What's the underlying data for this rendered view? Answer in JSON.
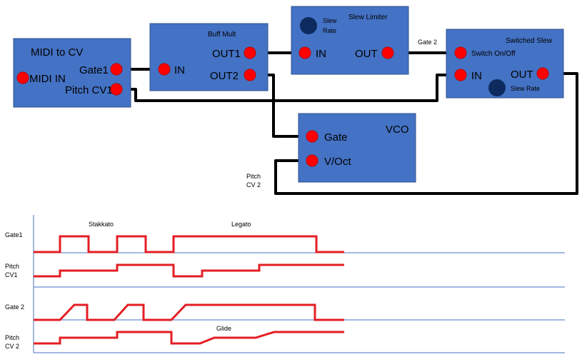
{
  "modules": {
    "midi_to_cv": {
      "title": "MIDI to CV",
      "midi_in": "MIDI IN",
      "gate1": "Gate1",
      "pitch_cv1": "Pitch CV1"
    },
    "buff_mult": {
      "title": "Buff Mult",
      "in": "IN",
      "out1": "OUT1",
      "out2": "OUT2"
    },
    "slew_limiter": {
      "title": "Slew Limiter",
      "knob_line1": "Slew",
      "knob_line2": "Rate",
      "in": "IN",
      "out": "OUT"
    },
    "switched_slew": {
      "title": "Switched Slew",
      "switch": "Switch On/Off",
      "in": "IN",
      "out": "OUT",
      "knob": "Slew Rate"
    },
    "vco": {
      "title": "VCO",
      "gate": "Gate",
      "voct": "V/Oct"
    }
  },
  "wire_labels": {
    "gate2": "Gate 2",
    "pitch_cv2_line1": "Pitch",
    "pitch_cv2_line2": "CV 2"
  },
  "timing": {
    "labels": {
      "stakkato": "Stakkato",
      "legato": "Legato",
      "glide": "Glide"
    },
    "rows": {
      "gate1": "Gate1",
      "pitch_cv1_line1": "Pitch",
      "pitch_cv1_line2": "CV1",
      "gate2": "Gate 2",
      "pitch_cv2_line1": "Pitch",
      "pitch_cv2_line2": "CV 2"
    }
  },
  "colors": {
    "module": "#4472c4",
    "jack": "#ff0000",
    "knob": "#0d2b5e",
    "signal": "#e31e24",
    "axis": "#4472c4"
  }
}
